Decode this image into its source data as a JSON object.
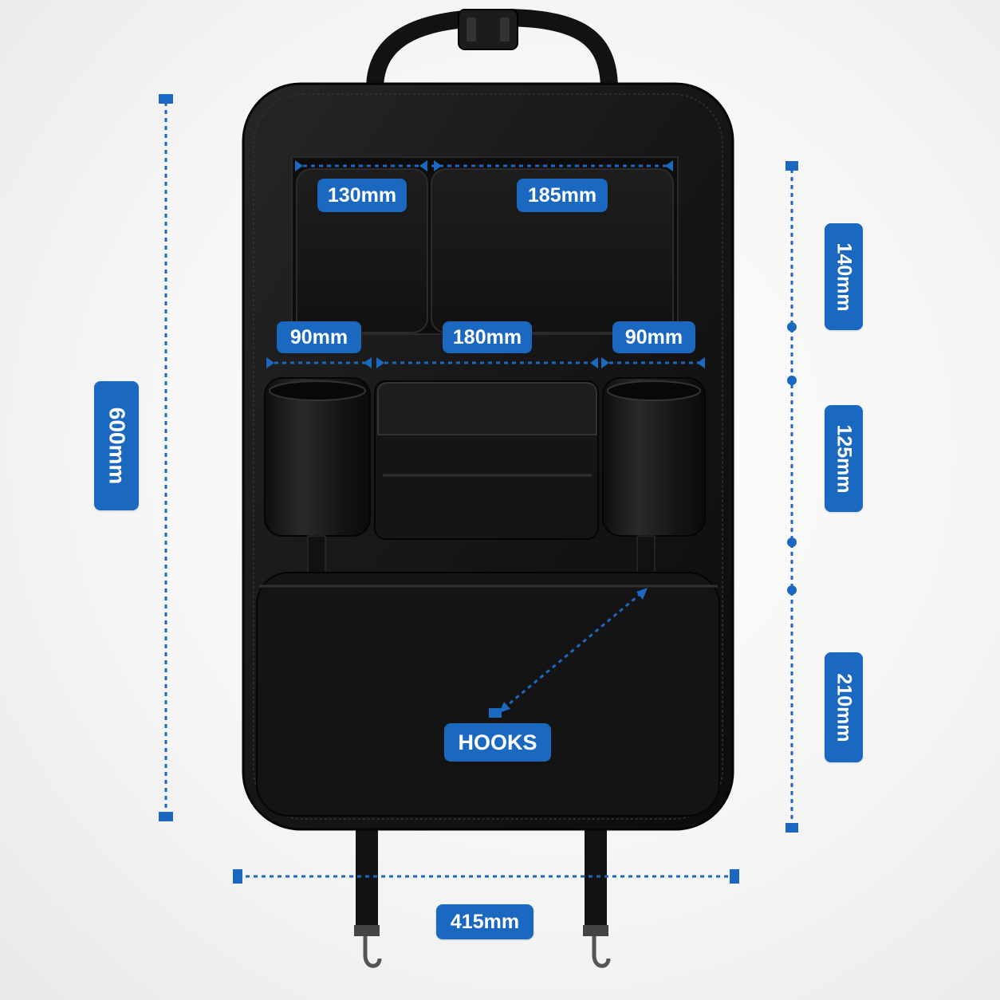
{
  "colors": {
    "accent": "#1a68c0",
    "product": "#151515"
  },
  "labels": {
    "total_height": "600mm",
    "total_width": "415mm",
    "pocket_left_width": "130mm",
    "pocket_right_width": "185mm",
    "cup_left_width": "90mm",
    "tissue_box_width": "180mm",
    "cup_right_width": "90mm",
    "upper_section_height": "140mm",
    "middle_section_height": "125mm",
    "lower_section_height": "210mm",
    "hooks": "HOOKS"
  }
}
